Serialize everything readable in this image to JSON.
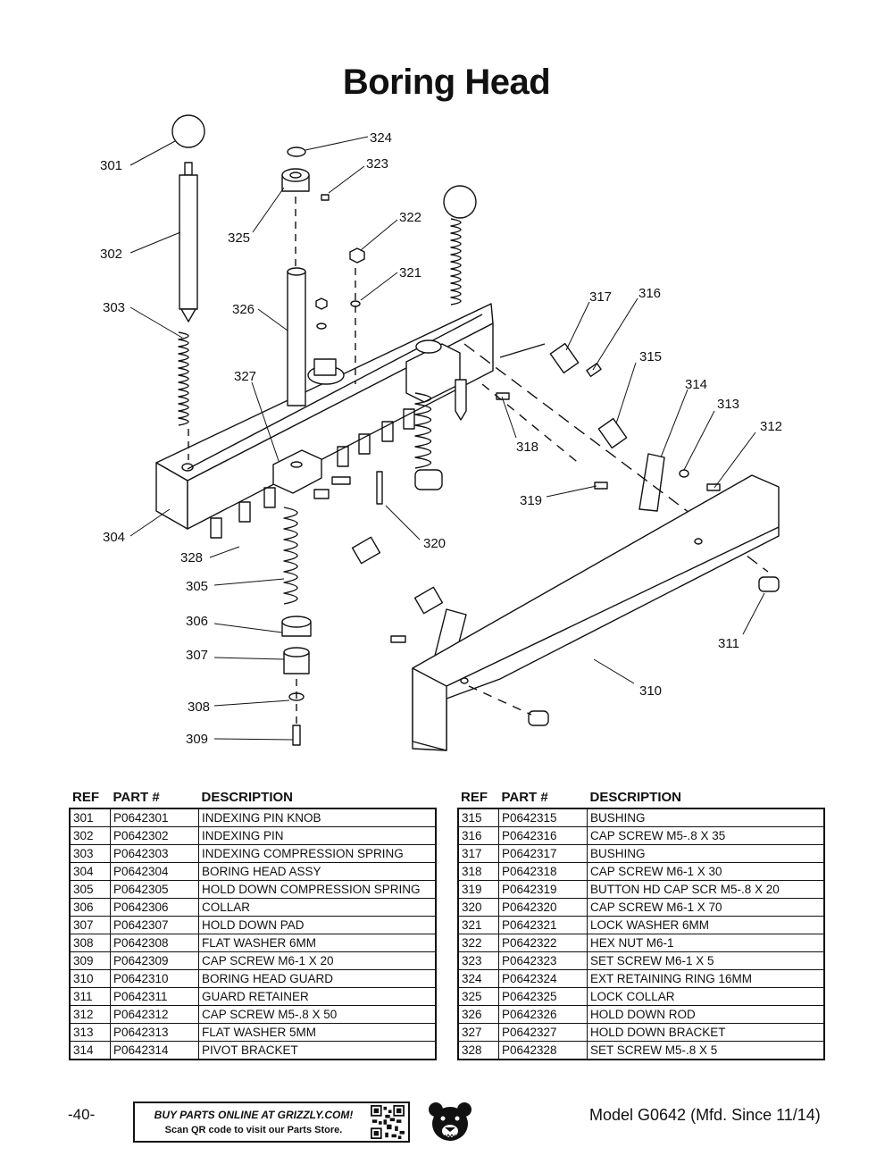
{
  "title": "Boring Head",
  "callouts": [
    "301",
    "302",
    "303",
    "304",
    "305",
    "306",
    "307",
    "308",
    "309",
    "310",
    "311",
    "312",
    "313",
    "314",
    "315",
    "316",
    "317",
    "318",
    "319",
    "320",
    "321",
    "322",
    "323",
    "324",
    "325",
    "326",
    "327",
    "328"
  ],
  "table_headers": {
    "ref": "REF",
    "part": "PART #",
    "desc": "DESCRIPTION"
  },
  "table_left": [
    {
      "ref": "301",
      "part": "P0642301",
      "desc": "INDEXING PIN KNOB"
    },
    {
      "ref": "302",
      "part": "P0642302",
      "desc": "INDEXING PIN"
    },
    {
      "ref": "303",
      "part": "P0642303",
      "desc": "INDEXING COMPRESSION SPRING"
    },
    {
      "ref": "304",
      "part": "P0642304",
      "desc": "BORING HEAD ASSY"
    },
    {
      "ref": "305",
      "part": "P0642305",
      "desc": "HOLD DOWN COMPRESSION SPRING"
    },
    {
      "ref": "306",
      "part": "P0642306",
      "desc": "COLLAR"
    },
    {
      "ref": "307",
      "part": "P0642307",
      "desc": "HOLD DOWN PAD"
    },
    {
      "ref": "308",
      "part": "P0642308",
      "desc": "FLAT WASHER 6MM"
    },
    {
      "ref": "309",
      "part": "P0642309",
      "desc": "CAP SCREW M6-1 X 20"
    },
    {
      "ref": "310",
      "part": "P0642310",
      "desc": "BORING HEAD GUARD"
    },
    {
      "ref": "311",
      "part": "P0642311",
      "desc": "GUARD RETAINER"
    },
    {
      "ref": "312",
      "part": "P0642312",
      "desc": "CAP SCREW M5-.8 X 50"
    },
    {
      "ref": "313",
      "part": "P0642313",
      "desc": "FLAT WASHER 5MM"
    },
    {
      "ref": "314",
      "part": "P0642314",
      "desc": "PIVOT BRACKET"
    }
  ],
  "table_right": [
    {
      "ref": "315",
      "part": "P0642315",
      "desc": "BUSHING"
    },
    {
      "ref": "316",
      "part": "P0642316",
      "desc": "CAP SCREW M5-.8 X 35"
    },
    {
      "ref": "317",
      "part": "P0642317",
      "desc": "BUSHING"
    },
    {
      "ref": "318",
      "part": "P0642318",
      "desc": "CAP SCREW M6-1 X 30"
    },
    {
      "ref": "319",
      "part": "P0642319",
      "desc": "BUTTON HD CAP SCR M5-.8 X 20"
    },
    {
      "ref": "320",
      "part": "P0642320",
      "desc": "CAP SCREW M6-1 X 70"
    },
    {
      "ref": "321",
      "part": "P0642321",
      "desc": "LOCK WASHER 6MM"
    },
    {
      "ref": "322",
      "part": "P0642322",
      "desc": "HEX NUT M6-1"
    },
    {
      "ref": "323",
      "part": "P0642323",
      "desc": "SET SCREW M6-1 X 5"
    },
    {
      "ref": "324",
      "part": "P0642324",
      "desc": "EXT RETAINING RING 16MM"
    },
    {
      "ref": "325",
      "part": "P0642325",
      "desc": "LOCK COLLAR"
    },
    {
      "ref": "326",
      "part": "P0642326",
      "desc": "HOLD DOWN ROD"
    },
    {
      "ref": "327",
      "part": "P0642327",
      "desc": "HOLD DOWN BRACKET"
    },
    {
      "ref": "328",
      "part": "P0642328",
      "desc": "SET SCREW M5-.8 X 5"
    }
  ],
  "footer": {
    "page_number": "-40-",
    "banner_line1": "BUY PARTS ONLINE AT GRIZZLY.COM!",
    "banner_line2": "Scan QR code to visit our Parts Store.",
    "model": "Model G0642 (Mfd. Since 11/14)",
    "logo_icon": "grizzly-bear-icon",
    "qr_icon": "qr-code-icon"
  }
}
